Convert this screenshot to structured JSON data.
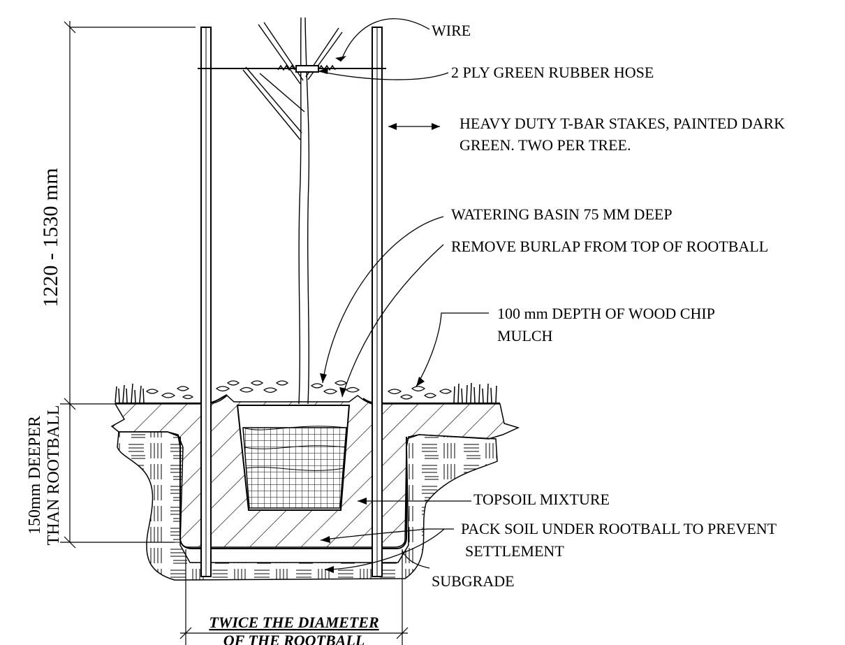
{
  "labels": {
    "wire": "WIRE",
    "hose": "2 PLY GREEN RUBBER HOSE",
    "stakes_line1": "HEAVY DUTY T-BAR STAKES, PAINTED DARK",
    "stakes_line2": "GREEN.  TWO PER TREE.",
    "basin": "WATERING BASIN 75 MM DEEP",
    "burlap": "REMOVE BURLAP FROM TOP OF ROOTBALL",
    "mulch_line1": "100 mm DEPTH OF WOOD CHIP",
    "mulch_line2": "MULCH",
    "topsoil": "TOPSOIL MIXTURE",
    "pack_line1": "PACK SOIL UNDER ROOTBALL TO PREVENT",
    "pack_line2": "SETTLEMENT",
    "subgrade": "SUBGRADE"
  },
  "dimensions": {
    "stake_height": "1220 - 1530 mm",
    "depth_line1": "150mm DEEPER",
    "depth_line2": "THAN ROOTBALL",
    "width_line1": "TWICE THE DIAMETER",
    "width_line2": "OF THE ROOTBALL"
  },
  "colors": {
    "ink": "#000000",
    "paper": "#ffffff"
  }
}
